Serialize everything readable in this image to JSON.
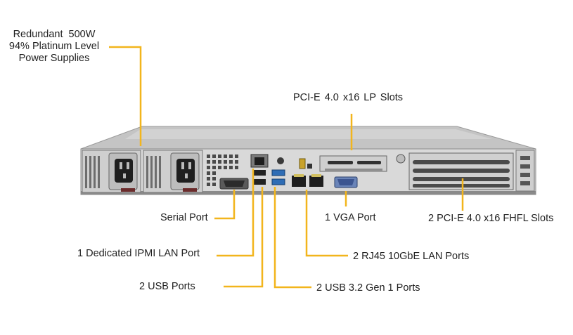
{
  "colors": {
    "callout": "#f2b51c",
    "chassis_top": "#c9c9c9",
    "chassis_face": "#d8d8d8",
    "dark": "#2a2a2a",
    "blue_port": "#2f6db5"
  },
  "labels": {
    "psu_line1": "Redundant 500W",
    "psu_line2": "94% Platinum Level",
    "psu_line3": "Power Supplies",
    "lp_slots": "PCI-E 4.0 x16 LP Slots",
    "serial": "Serial Port",
    "vga": "1 VGA Port",
    "fhfl": "2 PCI-E 4.0 x16 FHFL Slots",
    "ipmi": "1 Dedicated IPMI  LAN Port",
    "rj45": "2 RJ45 10GbE LAN Ports",
    "usb": "2 USB Ports",
    "usb32": "2 USB 3.2 Gen 1 Ports"
  }
}
